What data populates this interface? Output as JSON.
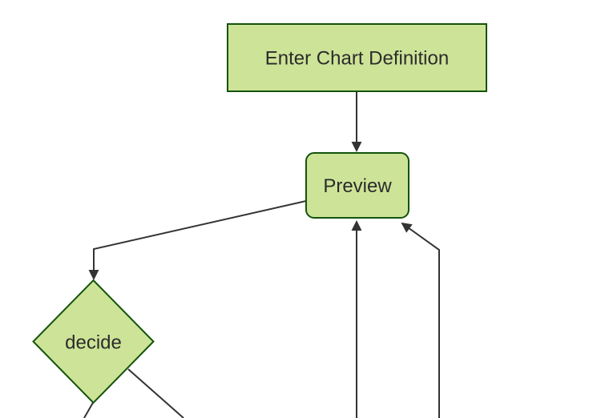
{
  "diagram": {
    "type": "flowchart",
    "direction": "top-down",
    "nodes": [
      {
        "id": "enter-chart-definition",
        "label": "Enter Chart Definition",
        "shape": "rectangle"
      },
      {
        "id": "preview",
        "label": "Preview",
        "shape": "rounded-rectangle"
      },
      {
        "id": "decide",
        "label": "decide",
        "shape": "diamond"
      }
    ],
    "edges": [
      {
        "id": "enter-to-preview",
        "from": "Enter Chart Definition",
        "to": "Preview",
        "arrowhead": true
      },
      {
        "id": "preview-to-decide",
        "from": "Preview",
        "to": "decide",
        "arrowhead": true
      },
      {
        "id": "bottom-to-preview",
        "from": "offscreen-bottom",
        "to": "Preview",
        "arrowhead": true
      },
      {
        "id": "bottomright-to-preview",
        "from": "offscreen-bottom-right",
        "to": "Preview",
        "arrowhead": true
      },
      {
        "id": "decide-exit-left",
        "from": "decide",
        "to": "offscreen-bottom-left",
        "arrowhead": false
      },
      {
        "id": "decide-exit-right",
        "from": "decide",
        "to": "offscreen-bottom-right",
        "arrowhead": false
      }
    ]
  },
  "theme": {
    "node_fill": "#cde498",
    "node_stroke": "#13540c",
    "line_color": "#333333",
    "text_color": "#2b2b2b",
    "canvas_background": "#ffffff"
  }
}
